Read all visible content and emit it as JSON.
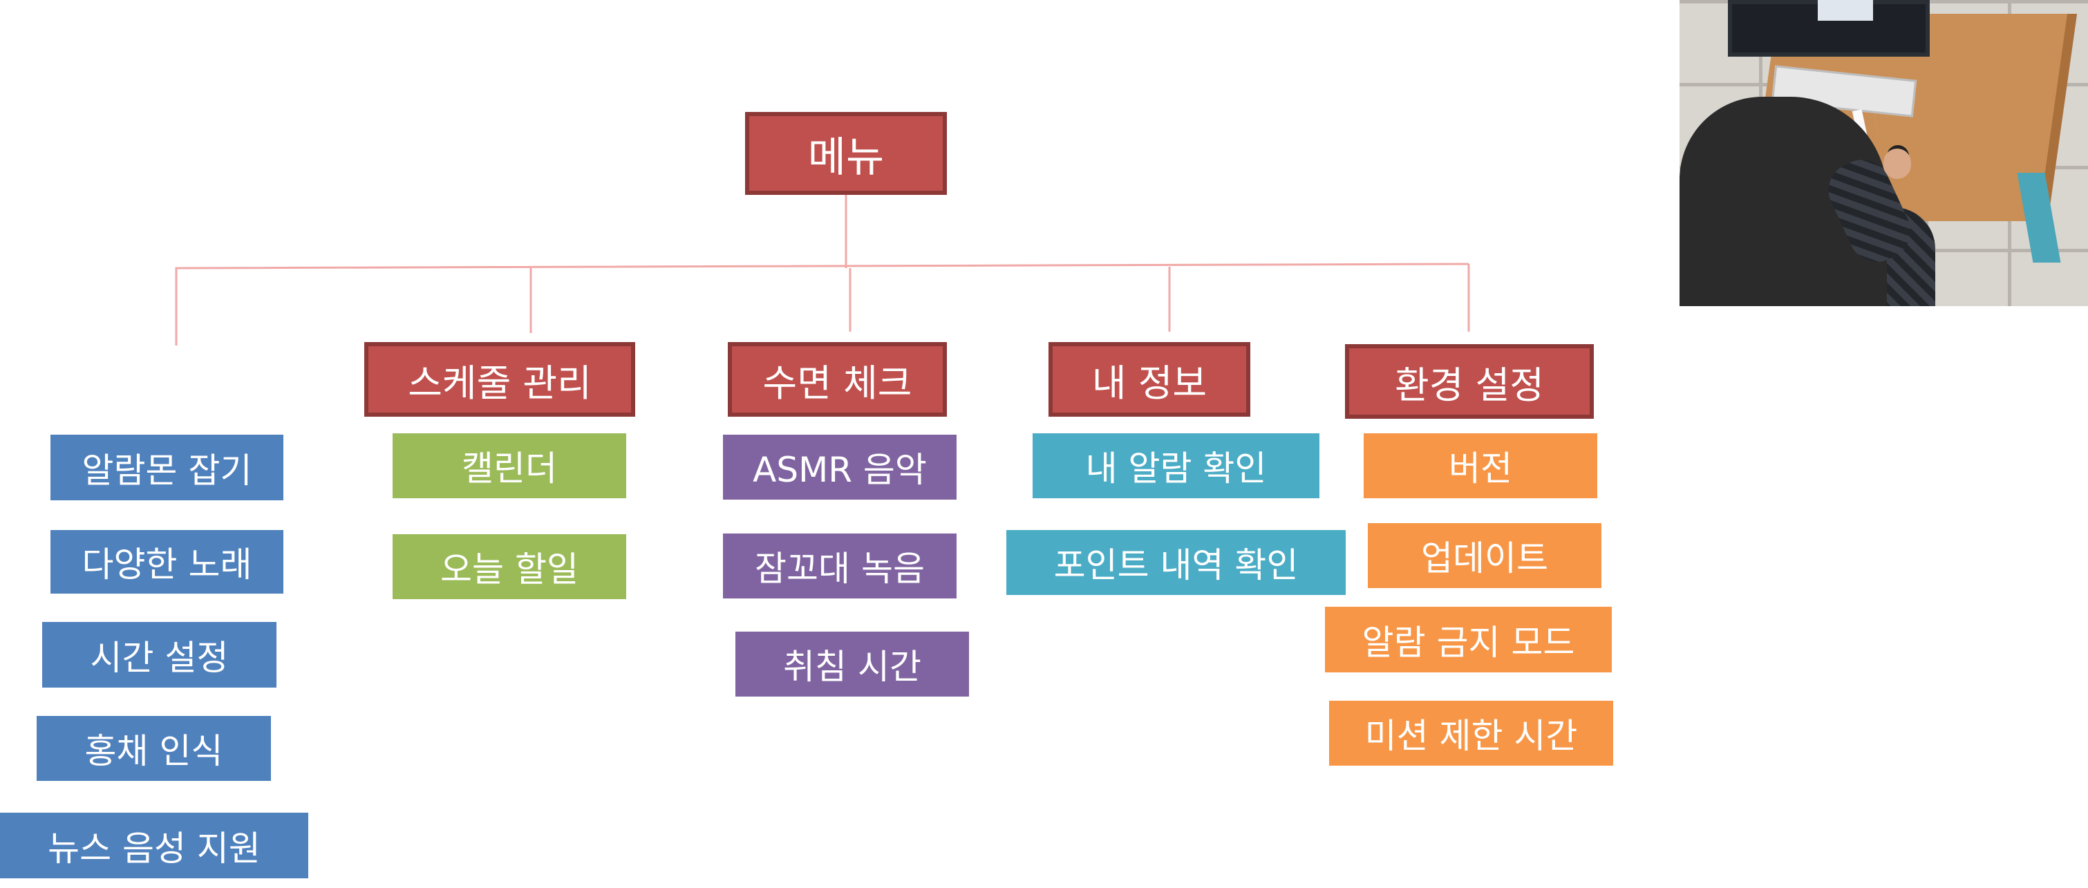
{
  "root": {
    "label": "메뉴"
  },
  "categories": [
    {
      "label": "스케줄 관리",
      "items": [
        "캘린더",
        "오늘 할일"
      ]
    },
    {
      "label": "수면 체크",
      "items": [
        "ASMR 음악",
        "잠꼬대 녹음",
        "취침 시간"
      ]
    },
    {
      "label": "내 정보",
      "items": [
        "내 알람 확인",
        "포인트 내역 확인"
      ]
    },
    {
      "label": "환경 설정",
      "items": [
        "버전",
        "업데이트",
        "알람 금지 모드",
        "미션 제한 시간"
      ]
    }
  ],
  "left_column": {
    "items": [
      "알람몬 잡기",
      "다양한 노래",
      "시간 설정",
      "홍채 인식",
      "뉴스 음성 지원"
    ]
  },
  "colors": {
    "root": "#c0504d",
    "root_border": "#8c3836",
    "connector": "#f0a9a7",
    "alarm": "#4f81bd",
    "schedule": "#9bbb59",
    "sleep": "#8064a2",
    "info": "#4bacc6",
    "settings": "#f79646"
  },
  "photo": {
    "description_icon": "photo-thumbnail"
  }
}
